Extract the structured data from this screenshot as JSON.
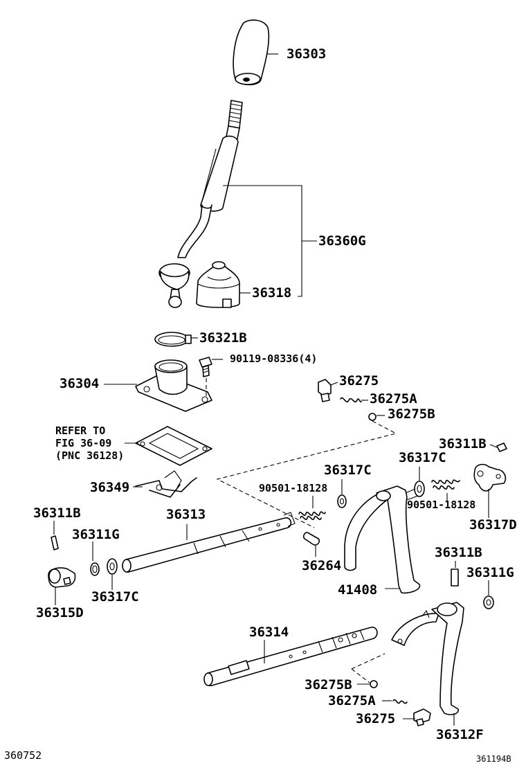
{
  "parts": {
    "p36303": "36303",
    "p36360G": "36360G",
    "p36318": "36318",
    "p36321B": "36321B",
    "p90119": "90119-08336(4)",
    "p36304": "36304",
    "p36275_top": "36275",
    "p36275A_top": "36275A",
    "p36275B_top": "36275B",
    "p36311B_right": "36311B",
    "p36317C_right": "36317C",
    "p36317C_mid": "36317C",
    "p90501_left": "90501-18128",
    "p90501_right": "90501-18128",
    "p36317D": "36317D",
    "p36349": "36349",
    "p36311B_left": "36311B",
    "p36313": "36313",
    "p36311G_left": "36311G",
    "p36264": "36264",
    "p41408": "41408",
    "p36315D": "36315D",
    "p36317C_low": "36317C",
    "p36311B_low": "36311B",
    "p36311G_right": "36311G",
    "p36314": "36314",
    "p36275B_bot": "36275B",
    "p36275A_bot": "36275A",
    "p36275_bot": "36275",
    "p36312F": "36312F"
  },
  "note": {
    "line1": "REFER TO",
    "line2": "FIG 36-09",
    "line3": "(PNC 36128)"
  },
  "footer": {
    "left_code": "360752",
    "right_code": "361194B"
  }
}
